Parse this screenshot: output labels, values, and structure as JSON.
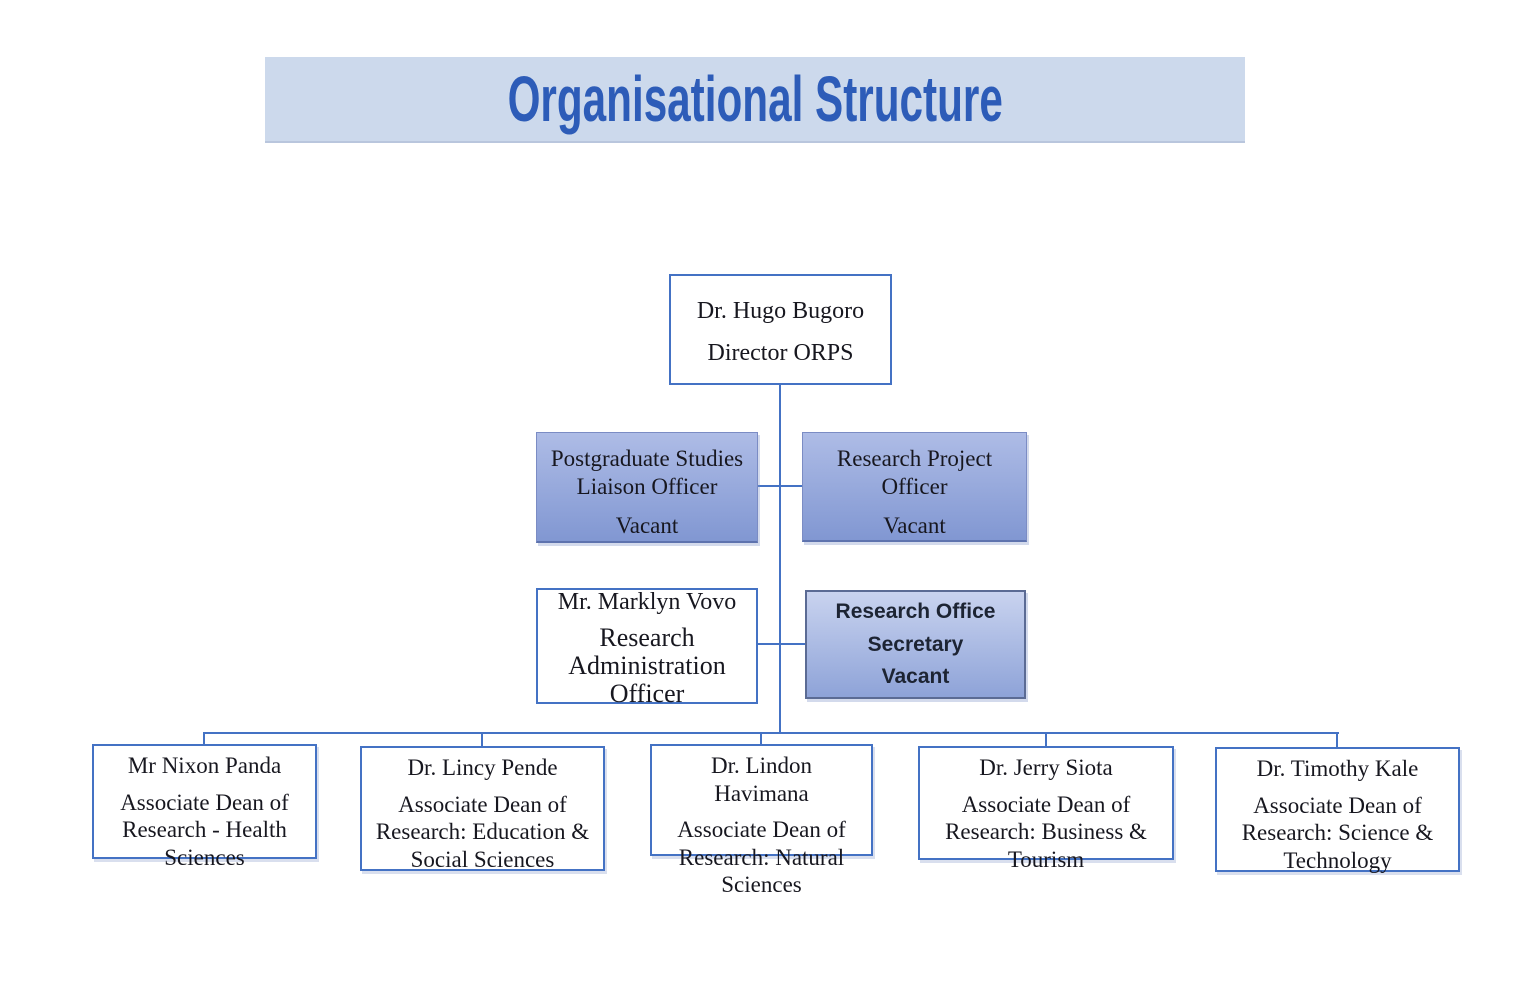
{
  "title": "Organisational Structure",
  "colors": {
    "accent_blue": "#4472c4",
    "title_bg": "#ccd9ec",
    "title_text": "#2d5cb8",
    "gradient_top": "#aebce6",
    "gradient_bottom": "#8197d2",
    "secretary_gradient_top": "#c9d3ef",
    "secretary_gradient_bottom": "#8ea3d8",
    "text": "#17171f"
  },
  "nodes": {
    "director": {
      "name": "Dr. Hugo Bugoro",
      "role": "Director ORPS"
    },
    "postgrad_officer": {
      "role_line1": "Postgraduate Studies",
      "role_line2": "Liaison Officer",
      "status": "Vacant"
    },
    "project_officer": {
      "role_line1": "Research Project",
      "role_line2": "Officer",
      "status": "Vacant"
    },
    "admin_officer": {
      "name": "Mr. Marklyn Vovo",
      "role": "Research Administration Officer"
    },
    "secretary": {
      "line1": "Research Office",
      "line2": "Secretary",
      "line3": "Vacant"
    },
    "deans": [
      {
        "name": "Mr Nixon Panda",
        "role": "Associate Dean of Research - Health Sciences"
      },
      {
        "name": "Dr. Lincy Pende",
        "role": "Associate Dean of Research: Education & Social Sciences"
      },
      {
        "name": "Dr. Lindon  Havimana",
        "role": "Associate Dean of Research: Natural Sciences"
      },
      {
        "name": "Dr. Jerry Siota",
        "role": "Associate Dean of Research: Business & Tourism"
      },
      {
        "name": "Dr. Timothy Kale",
        "role": "Associate Dean of Research: Science & Technology"
      }
    ]
  }
}
